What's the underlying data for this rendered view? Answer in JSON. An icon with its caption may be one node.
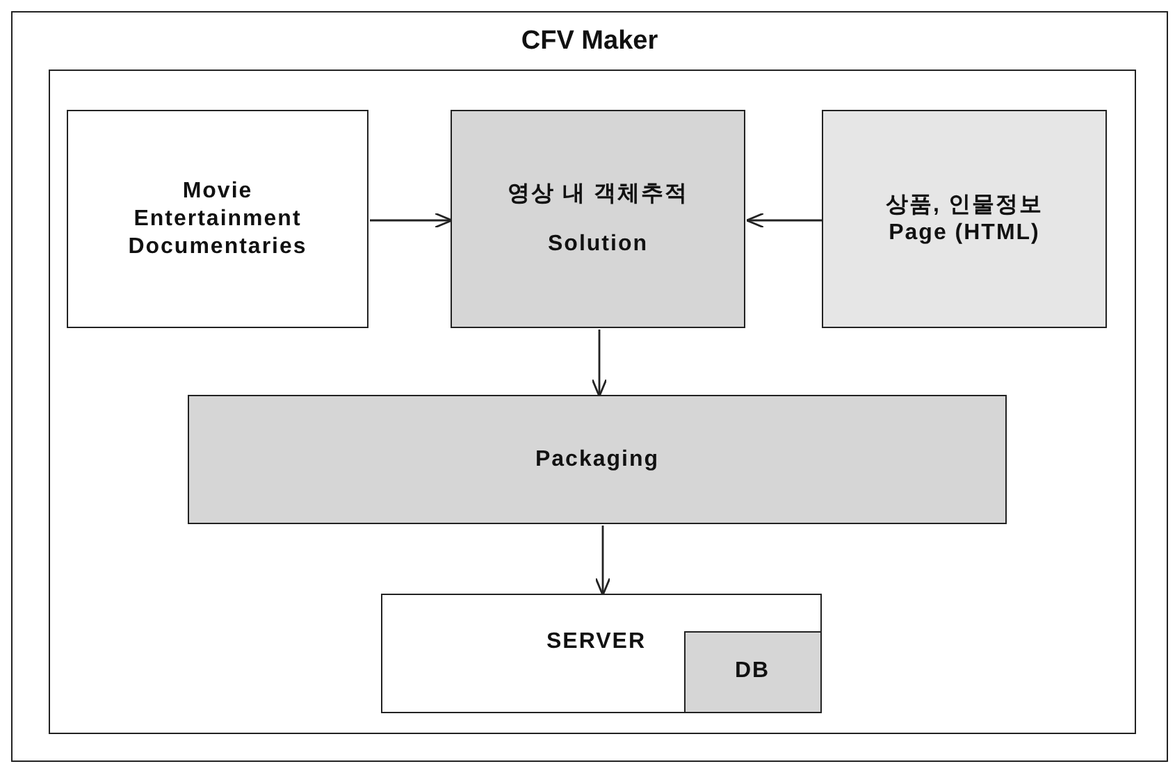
{
  "diagram": {
    "nodes": [
      {
        "text": [
          "CFV Maker"
        ]
      },
      {
        "text": [],
        "shape": "box",
        "in": 0
      },
      {
        "text": [
          "Movie Entertainment Documentaries"
        ],
        "in": 1
      },
      {
        "text": [
          "영상 내 객체추적",
          "Solution"
        ],
        "in": 1
      },
      {
        "text": [
          "상품, 인물정보 Page (HTML)"
        ],
        "in": 1
      },
      {
        "text": [
          "Packaging"
        ],
        "in": 1
      },
      {
        "text": [
          "SERVER"
        ],
        "in": 1
      },
      {
        "text": [
          "DB"
        ],
        "in": 6
      }
    ],
    "edges": [
      {
        "from": 2,
        "to": 3,
        "arrow": "to"
      },
      {
        "from": 4,
        "to": 3,
        "arrow": "to"
      },
      {
        "from": 3,
        "to": 5,
        "arrow": "to"
      },
      {
        "from": 5,
        "to": 6,
        "arrow": "to"
      }
    ]
  }
}
